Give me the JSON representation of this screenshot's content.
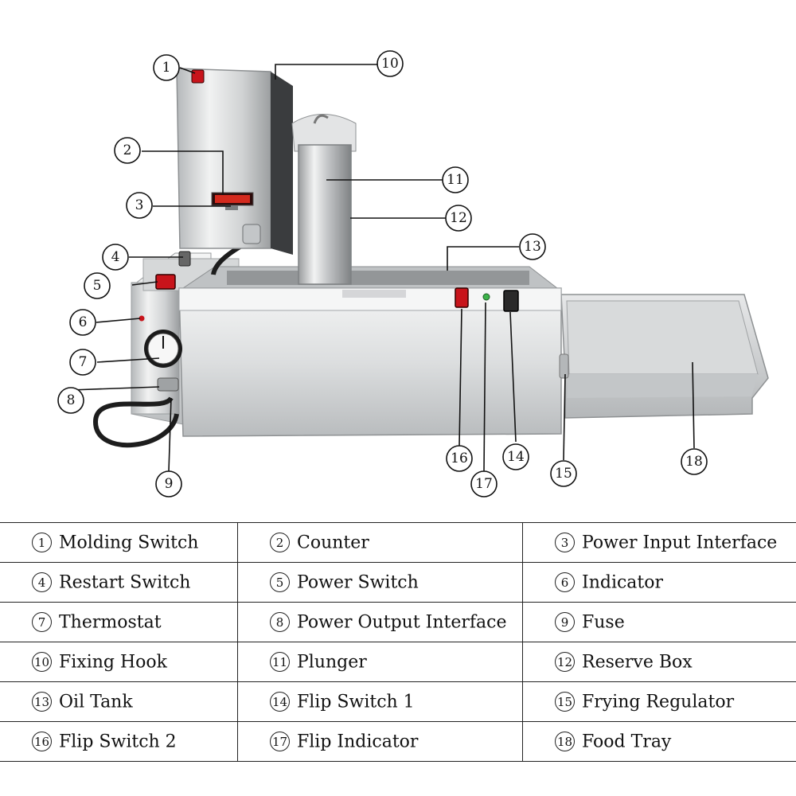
{
  "callouts": [
    "1",
    "2",
    "3",
    "4",
    "5",
    "6",
    "7",
    "8",
    "9",
    "10",
    "11",
    "12",
    "13",
    "14",
    "15",
    "16",
    "17",
    "18"
  ],
  "legend": [
    [
      {
        "num": "1",
        "label": "Molding Switch"
      },
      {
        "num": "2",
        "label": "Counter"
      },
      {
        "num": "3",
        "label": "Power Input Interface"
      }
    ],
    [
      {
        "num": "4",
        "label": "Restart Switch"
      },
      {
        "num": "5",
        "label": "Power Switch"
      },
      {
        "num": "6",
        "label": "Indicator"
      }
    ],
    [
      {
        "num": "7",
        "label": "Thermostat"
      },
      {
        "num": "8",
        "label": "Power Output Interface"
      },
      {
        "num": "9",
        "label": "Fuse"
      }
    ],
    [
      {
        "num": "10",
        "label": "Fixing Hook"
      },
      {
        "num": "11",
        "label": "Plunger"
      },
      {
        "num": "12",
        "label": "Reserve Box"
      }
    ],
    [
      {
        "num": "13",
        "label": "Oil Tank"
      },
      {
        "num": "14",
        "label": "Flip Switch 1"
      },
      {
        "num": "15",
        "label": "Frying Regulator"
      }
    ],
    [
      {
        "num": "16",
        "label": "Flip Switch 2"
      },
      {
        "num": "17",
        "label": "Flip Indicator"
      },
      {
        "num": "18",
        "label": "Food Tray"
      }
    ]
  ],
  "colors": {
    "steel_light": "#e9eaeb",
    "steel_mid": "#c9cbcd",
    "steel_dark": "#8f9294",
    "switch_red": "#c8141b",
    "display_red": "#d42a1e",
    "indicator_green": "#3cb34a",
    "cable": "#1d1d1d"
  }
}
